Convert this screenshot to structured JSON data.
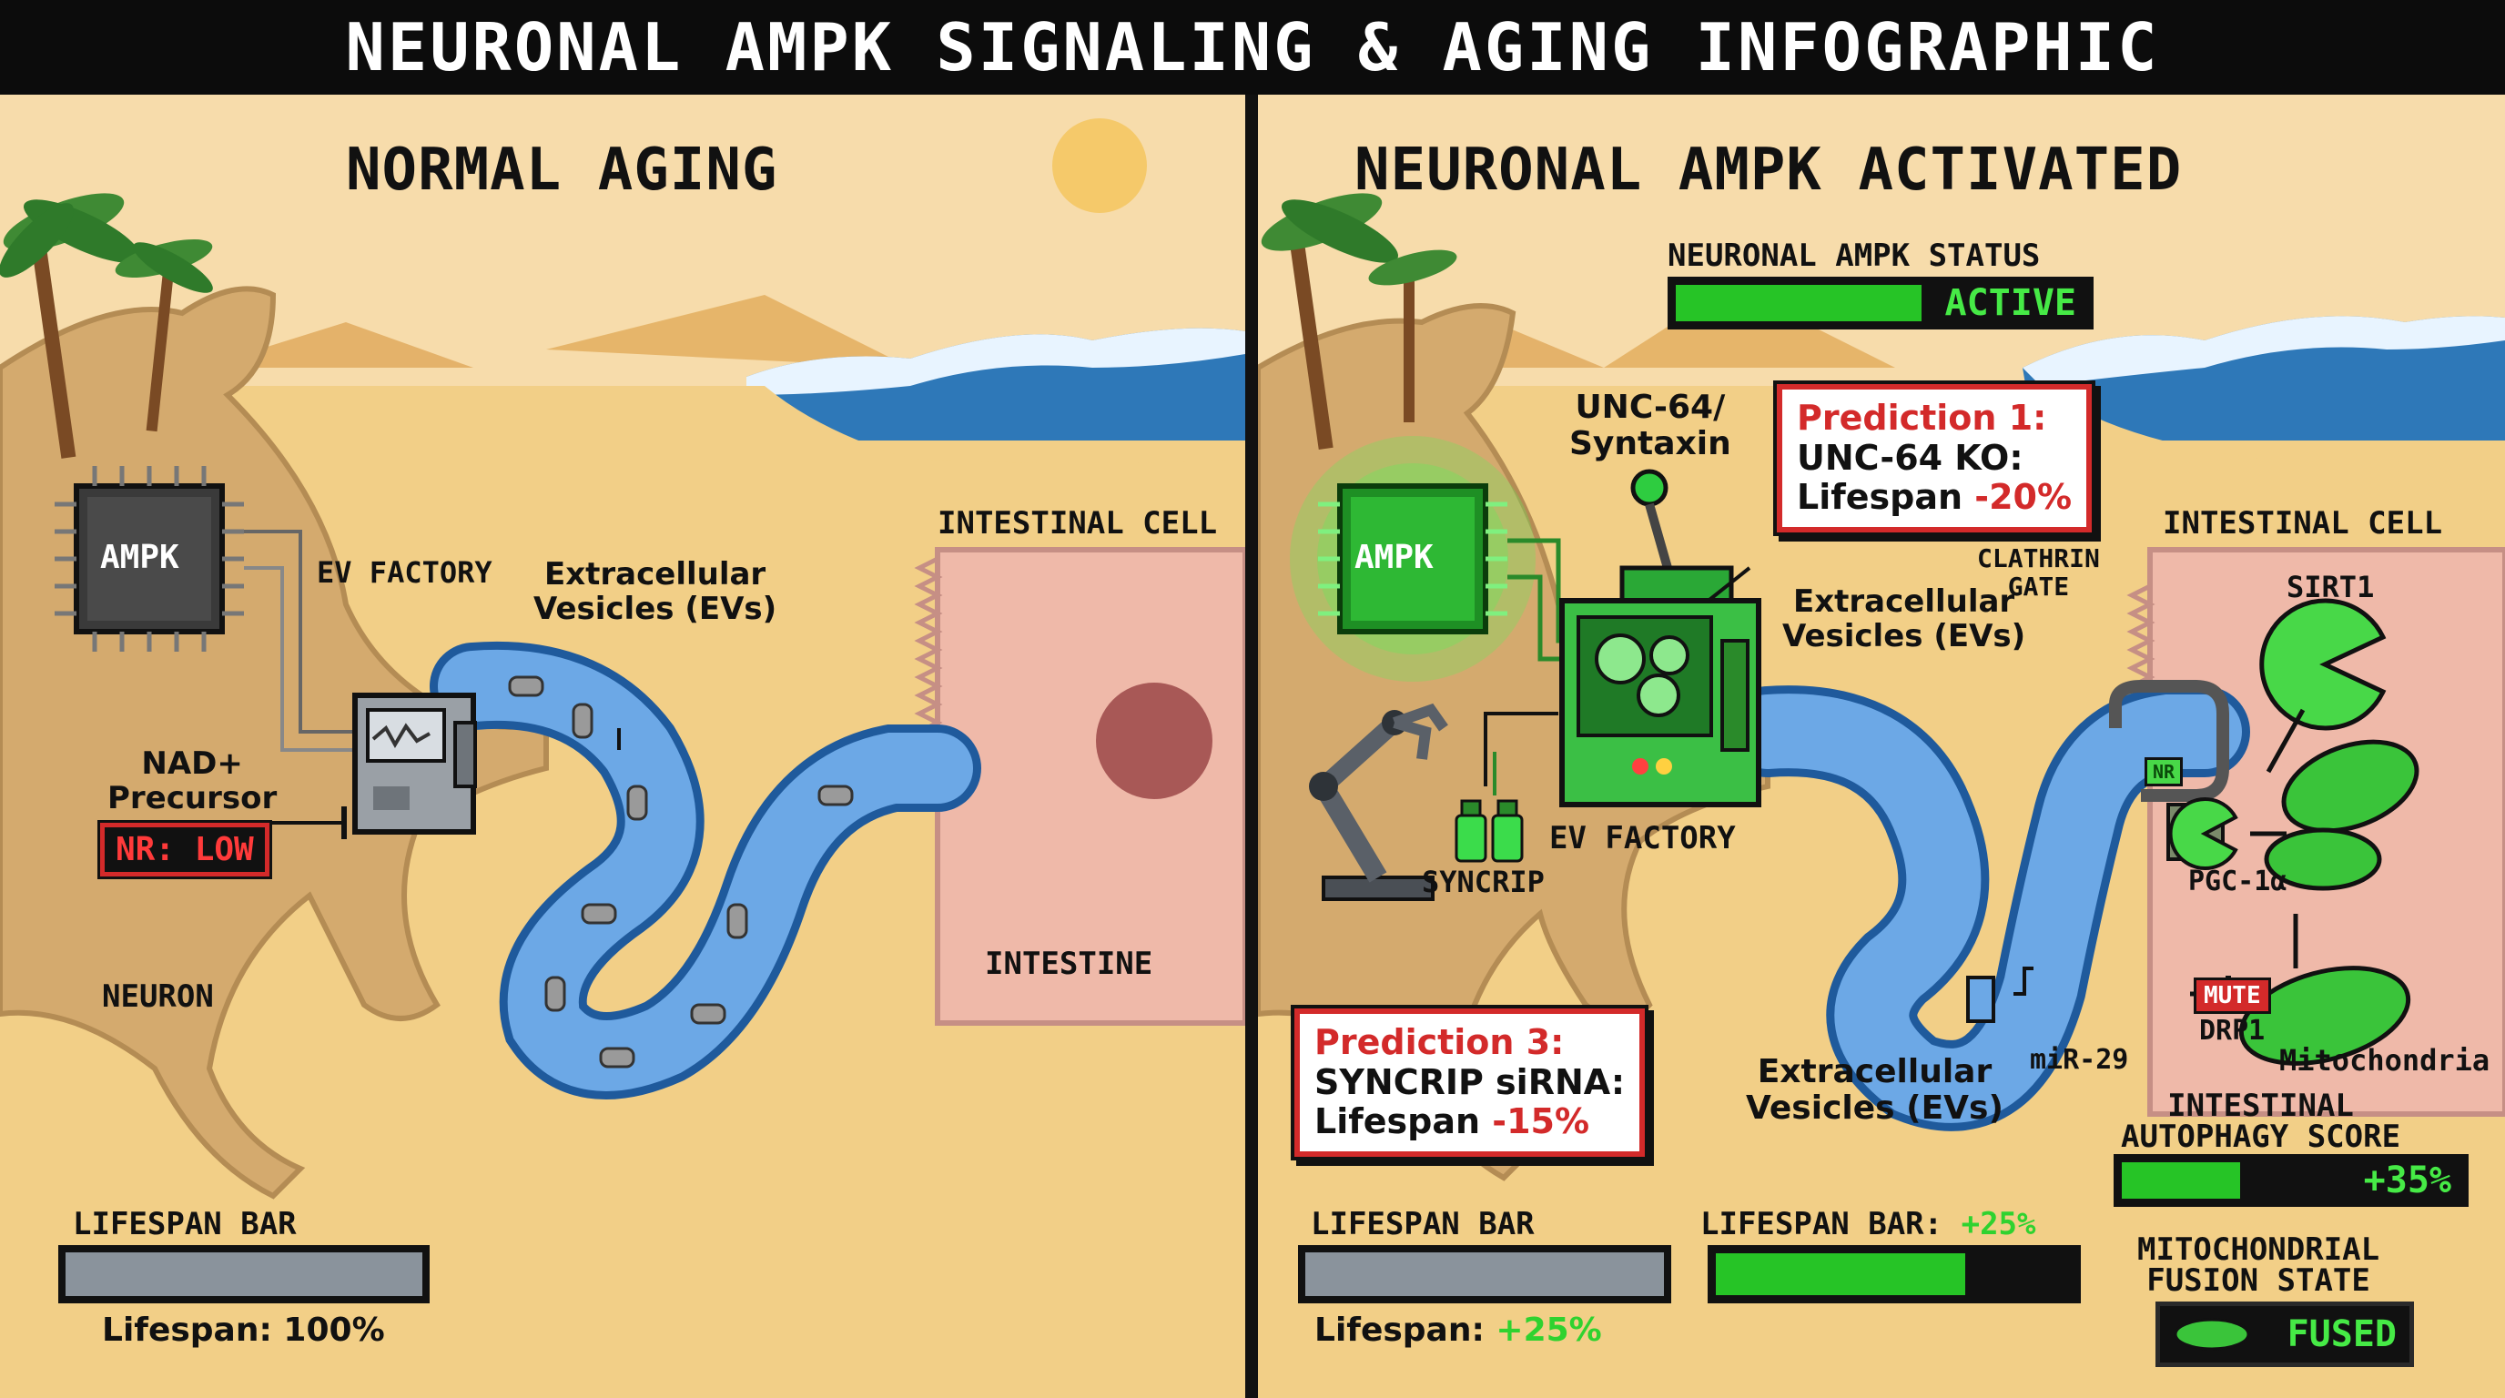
{
  "title": "NEURONAL AMPK SIGNALING & AGING INFOGRAPHIC",
  "left": {
    "heading": "NORMAL AGING",
    "ampk_chip": "AMPK",
    "ev_factory": "EV FACTORY",
    "evs_label": "Extracellular\nVesicles (EVs)",
    "intestinal_cell": "INTESTINAL CELL",
    "nad_label": "NAD+\nPrecursor",
    "nr_status": "NR: LOW",
    "neuron": "NEURON",
    "intestine": "INTESTINE",
    "lifespan_bar_label": "LIFESPAN BAR",
    "lifespan_prefix": "Lifespan:",
    "lifespan_value": "100%",
    "lifespan_fraction": 1.0
  },
  "right": {
    "heading": "NEURONAL AMPK ACTIVATED",
    "status_label": "NEURONAL AMPK STATUS",
    "status_value": "ACTIVE",
    "status_fraction": 0.6,
    "ampk_chip": "AMPK",
    "unc64_label": "UNC-64/\nSyntaxin",
    "pred1_title": "Prediction 1:",
    "pred1_line1": "UNC-64 KO:",
    "pred1_line2_prefix": "Lifespan ",
    "pred1_line2_value": "-20%",
    "evs_label_top": "Extracellular\nVesicles (EVs)",
    "ev_factory": "EV FACTORY",
    "syncrip": "SYNCRIP",
    "clathrin_gate": "CLATHRIN\nGATE",
    "intestinal_cell": "INTESTINAL CELL",
    "sirt1": "SIRT1",
    "pgc1a": "PGC-1α",
    "mir29": "miR-29",
    "mute": "MUTE",
    "drp1": "DRP1",
    "mitochondria": "Mitochondria",
    "vesicle_tag": "NR",
    "evs_label_bottom": "Extracellular\nVesicles (EVs)",
    "pred3_title": "Prediction 3:",
    "pred3_line1": "SYNCRIP siRNA:",
    "pred3_line2_prefix": "Lifespan ",
    "pred3_line2_value": "-15%",
    "autophagy_label": "INTESTINAL\nAUTOPHAGY SCORE",
    "autophagy_value": "+35%",
    "autophagy_fraction": 0.35,
    "lifespan_bar_label": "LIFESPAN BAR",
    "lifespan_prefix": "Lifespan:",
    "lifespan_value": "+25%",
    "lifespan_bar2_label": "LIFESPAN BAR:",
    "lifespan_bar2_value": "+25%",
    "lifespan_bar2_fraction": 0.7,
    "fusion_label": "MITOCHONDRIAL\nFUSION STATE",
    "fusion_value": "FUSED"
  }
}
